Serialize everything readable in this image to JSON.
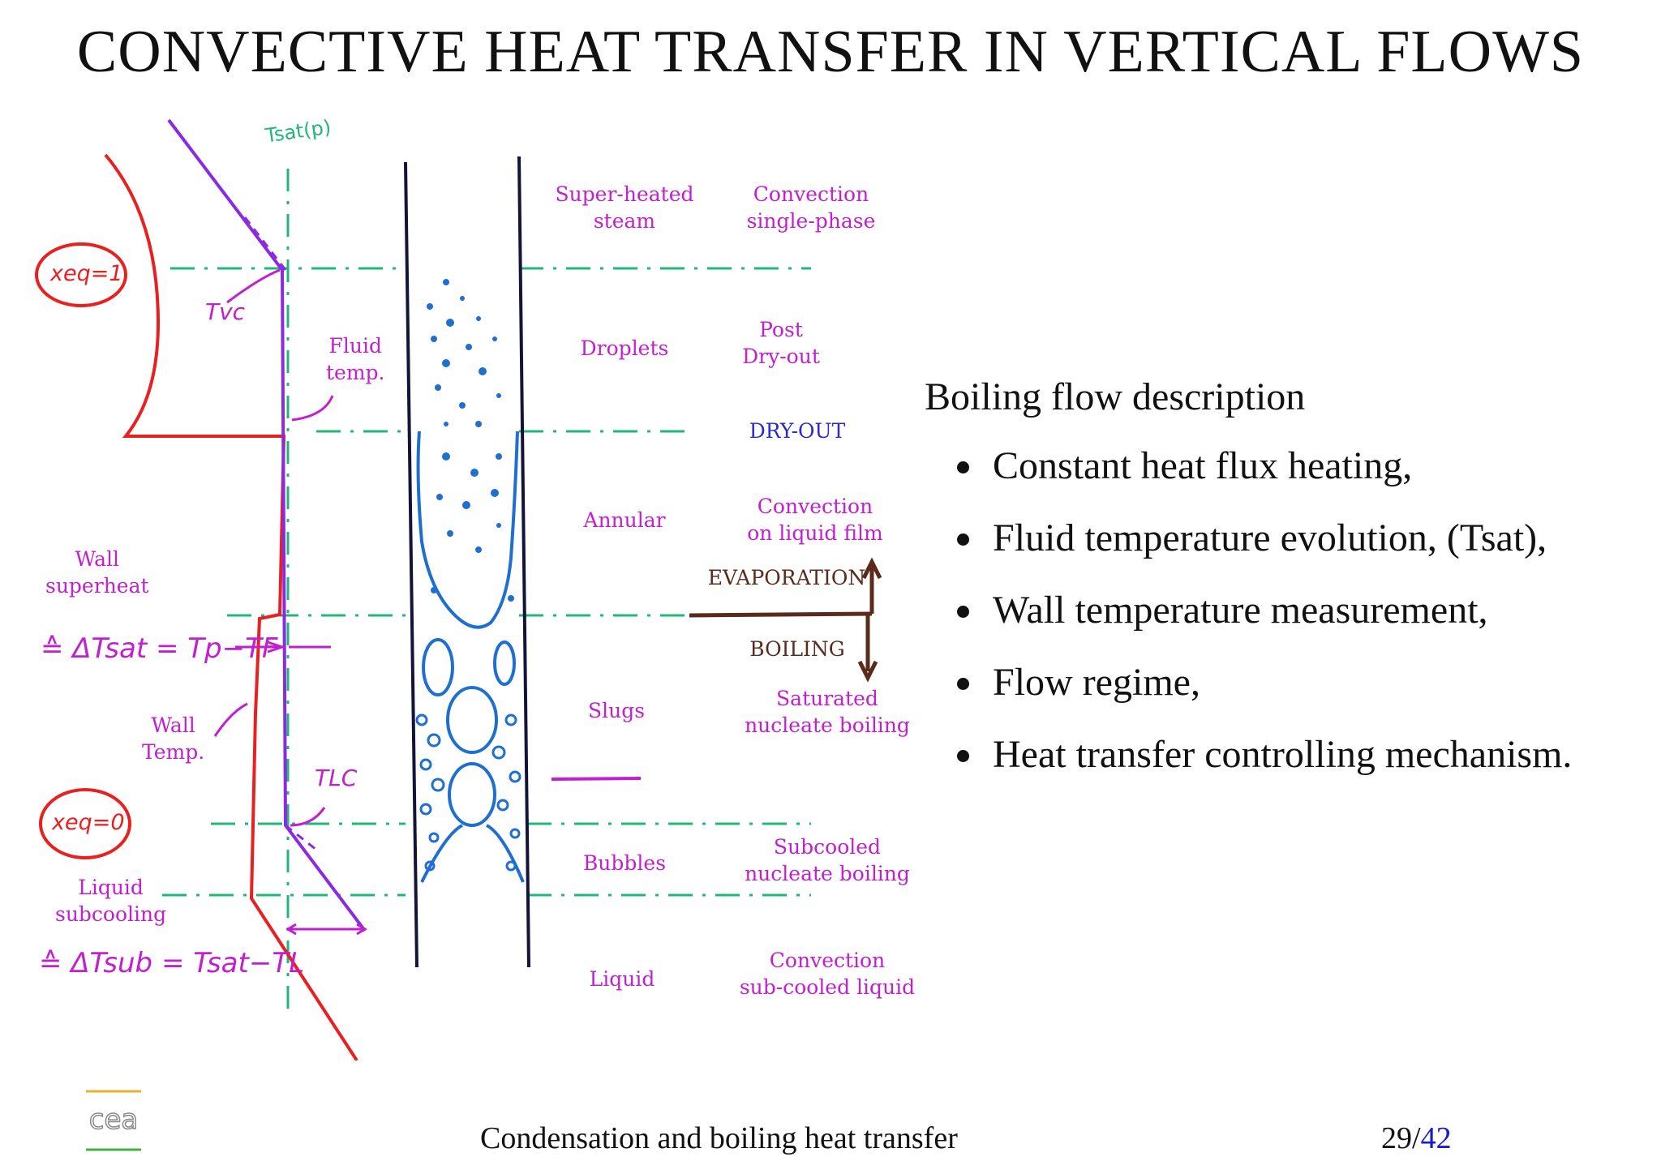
{
  "slide": {
    "title": "CONVECTIVE HEAT TRANSFER IN VERTICAL FLOWS",
    "footer_title": "Condensation and boiling heat transfer",
    "page_current": "29",
    "page_separator": "/",
    "page_total": "42"
  },
  "figure": {
    "regions": [
      {
        "phase": "Super-heated\nsteam",
        "mechanism": "Convection\nsingle-phase"
      },
      {
        "phase": "Droplets",
        "mechanism": "Post\nDry-out"
      },
      {
        "boundary": "DRY-OUT"
      },
      {
        "phase": "Annular",
        "mechanism": "Convection\non liquid film"
      },
      {
        "boundary_upper": "EVAPORATION",
        "boundary_lower": "BOILING"
      },
      {
        "phase": "Slugs",
        "mechanism": "Saturated\nnucleate boiling"
      },
      {
        "phase": "Bubbles",
        "mechanism": "Subcooled\nnucleate boiling"
      },
      {
        "phase": "Liquid",
        "mechanism": "Convection\nsub-cooled liquid"
      }
    ],
    "left_labels": {
      "fluid_temp": "Fluid\ntemp.",
      "wall_superheat": "Wall\nsuperheat",
      "wall_temp": "Wall\nTemp.",
      "liquid_subcooling": "Liquid\nsubcooling"
    },
    "handwritten": {
      "tsat": "Tsat(p)",
      "tvc": "Tvc",
      "tlc": "TLC",
      "xeq1": "xeq=1",
      "xeq0": "xeq=0",
      "dtsat": "≙ ΔTsat = Tp−TF",
      "dtsub": "≙ ΔTsub = Tsat−TL"
    },
    "colors": {
      "magenta": "#c21fd0",
      "red": "#e82020",
      "green": "#20b878",
      "blue": "#1f6fd0",
      "dark": "#14143a",
      "violet": "#8a2be2",
      "brown": "#5a2a1a"
    }
  },
  "content": {
    "heading": "Boiling flow description",
    "bullets": [
      "Constant heat flux heating,",
      "Fluid temperature evolution, (Tsat),",
      "Wall temperature measurement,",
      "Flow regime,",
      "Heat transfer controlling mechanism."
    ]
  }
}
